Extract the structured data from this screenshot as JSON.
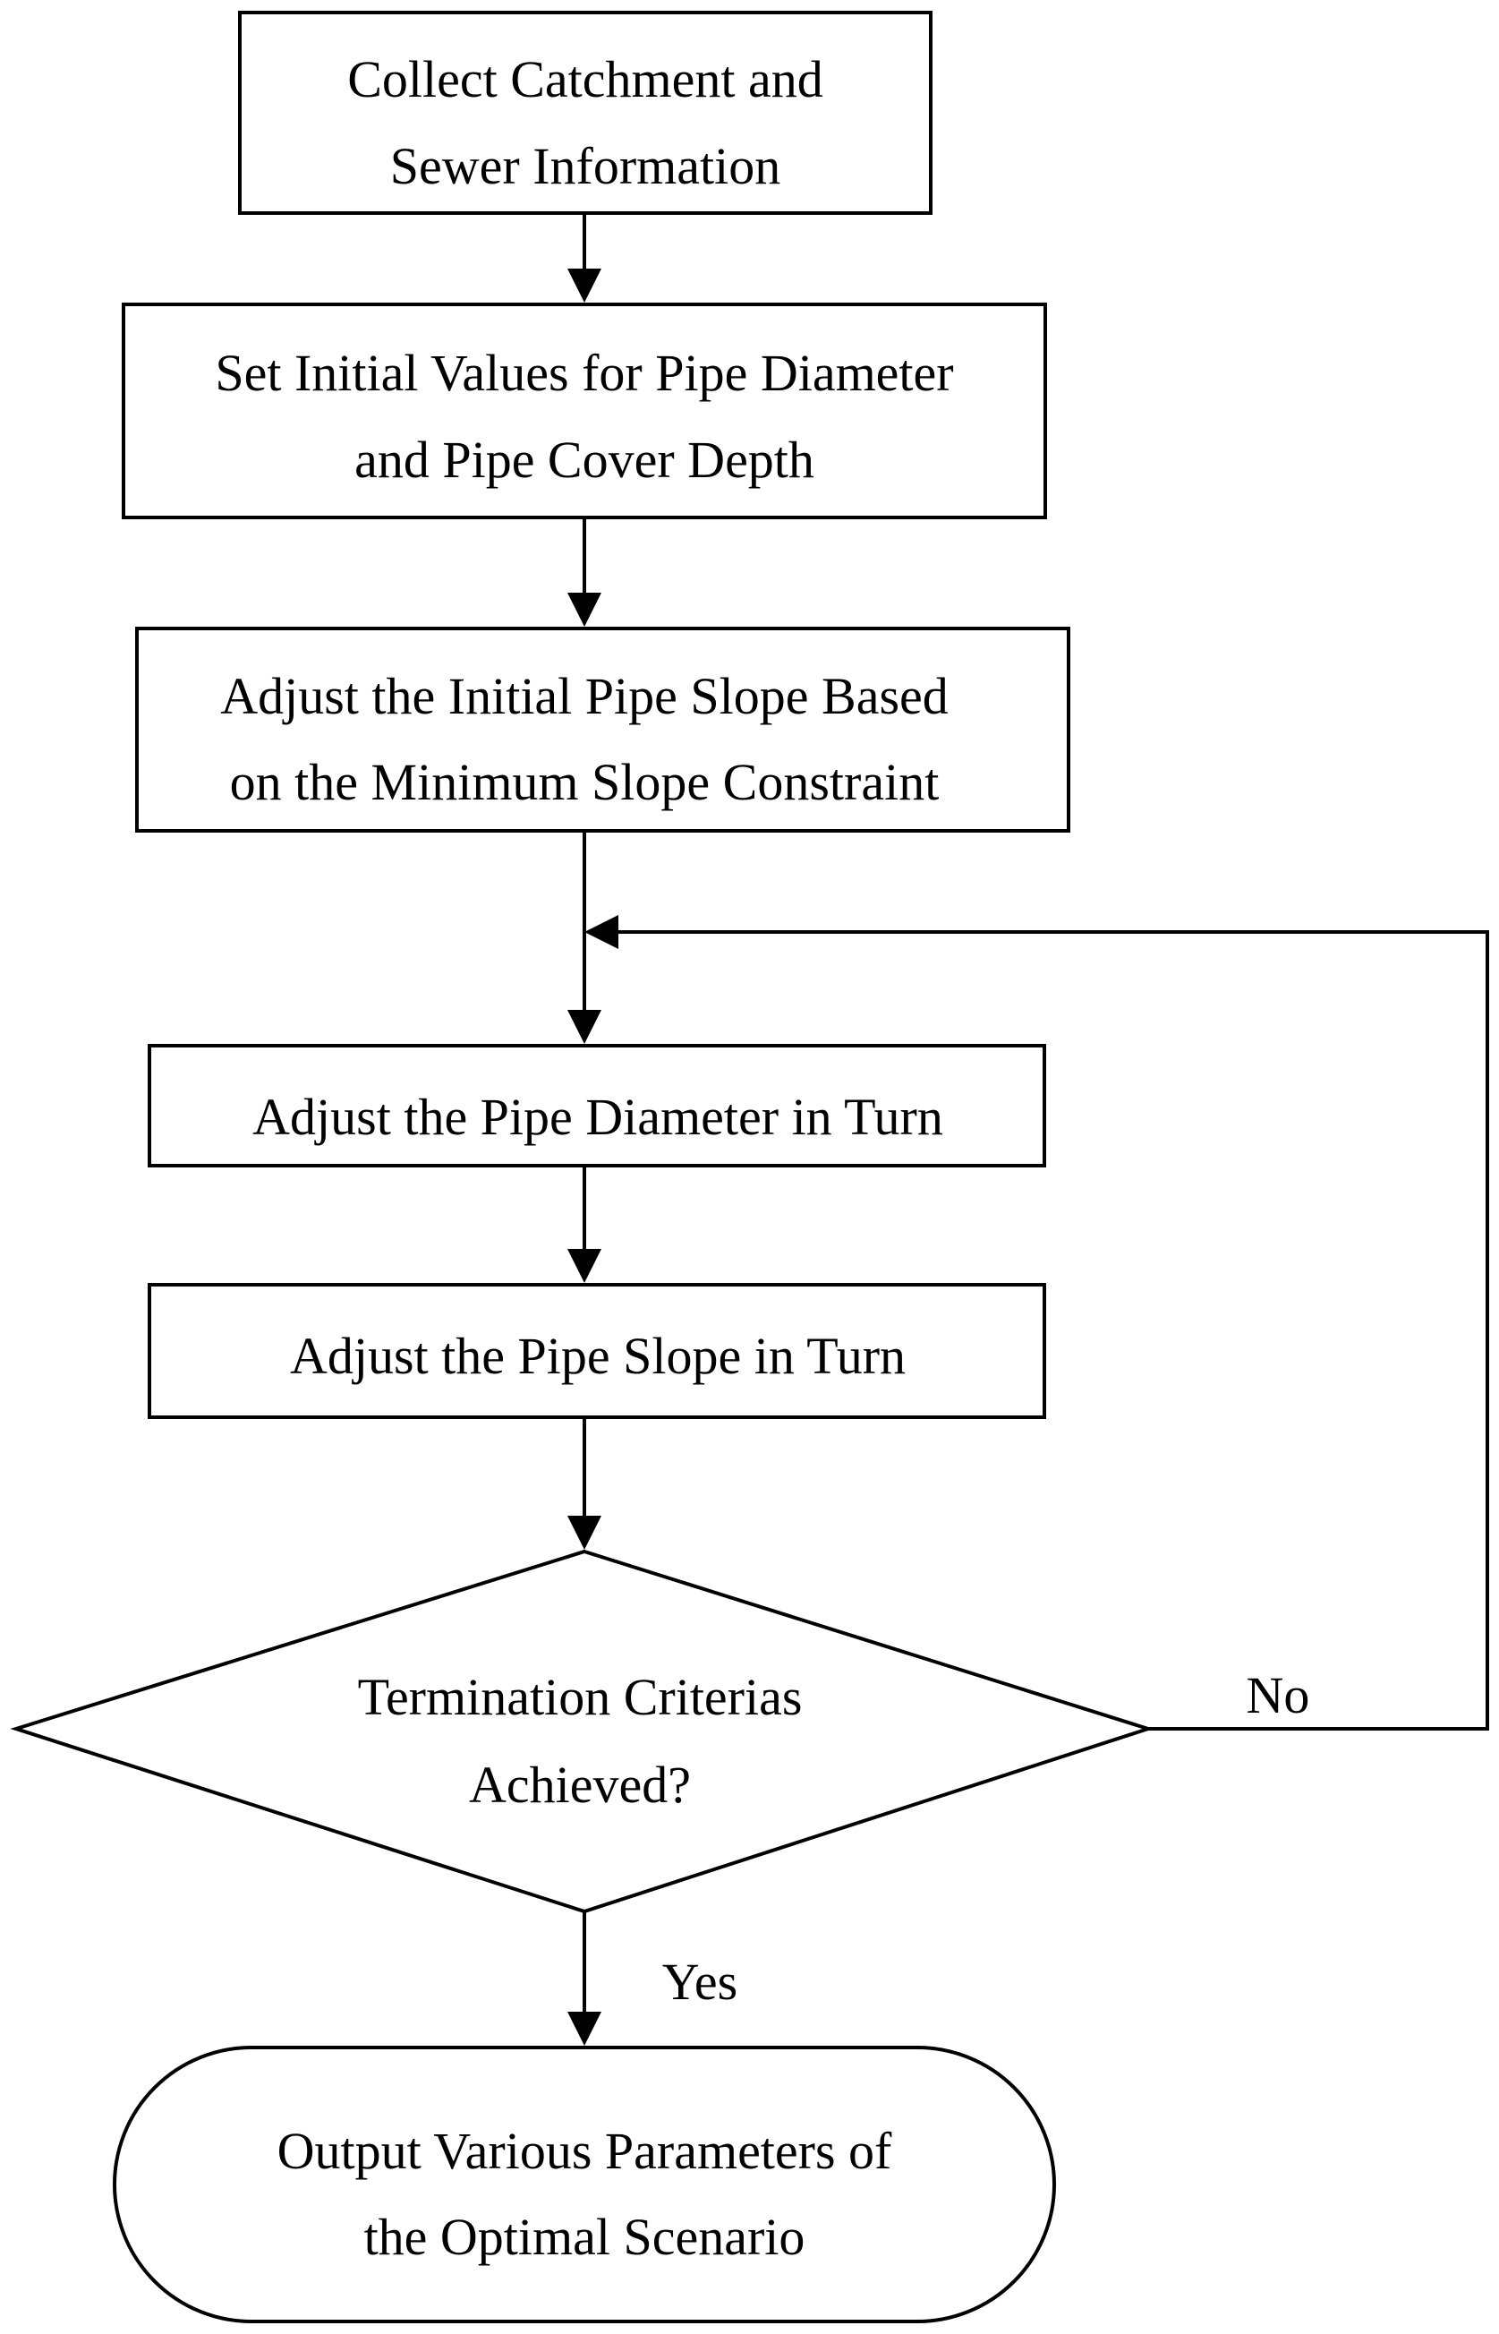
{
  "flowchart": {
    "nodes": [
      {
        "id": "collect",
        "shape": "rectangle",
        "lines": [
          "Collect Catchment and",
          "Sewer Information"
        ]
      },
      {
        "id": "init",
        "shape": "rectangle",
        "lines": [
          "Set Initial Values for Pipe Diameter",
          "and Pipe Cover Depth"
        ]
      },
      {
        "id": "adjust_slope_init",
        "shape": "rectangle",
        "lines": [
          "Adjust the Initial Pipe Slope Based",
          "on the Minimum Slope Constraint"
        ]
      },
      {
        "id": "adjust_diameter",
        "shape": "rectangle",
        "lines": [
          "Adjust the Pipe Diameter in Turn"
        ]
      },
      {
        "id": "adjust_slope",
        "shape": "rectangle",
        "lines": [
          "Adjust the Pipe Slope in Turn"
        ]
      },
      {
        "id": "decision",
        "shape": "diamond",
        "lines": [
          "Termination Criterias",
          "Achieved?"
        ]
      },
      {
        "id": "output",
        "shape": "terminator",
        "lines": [
          "Output Various Parameters of",
          "the Optimal Scenario"
        ]
      }
    ],
    "edges": [
      {
        "from": "collect",
        "to": "init",
        "label": ""
      },
      {
        "from": "init",
        "to": "adjust_slope_init",
        "label": ""
      },
      {
        "from": "adjust_slope_init",
        "to": "adjust_diameter",
        "label": ""
      },
      {
        "from": "adjust_diameter",
        "to": "adjust_slope",
        "label": ""
      },
      {
        "from": "adjust_slope",
        "to": "decision",
        "label": ""
      },
      {
        "from": "decision",
        "to": "adjust_diameter",
        "label": "No"
      },
      {
        "from": "decision",
        "to": "output",
        "label": "Yes"
      }
    ]
  }
}
